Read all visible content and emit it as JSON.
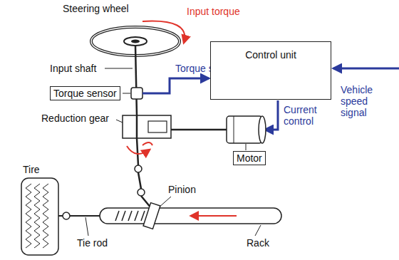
{
  "diagram": {
    "nodes": [
      {
        "text": [
          "Control unit"
        ]
      },
      {
        "text": [
          "Torque sensor"
        ]
      },
      {
        "text": [
          "Motor"
        ]
      }
    ],
    "labels": [
      "Steering wheel",
      "Input torque",
      "Input shaft",
      "Torque signal",
      "Vehicle speed signal",
      "Current control",
      "Reduction gear",
      "Tire",
      "Pinion",
      "Tie rod",
      "Rack"
    ]
  }
}
